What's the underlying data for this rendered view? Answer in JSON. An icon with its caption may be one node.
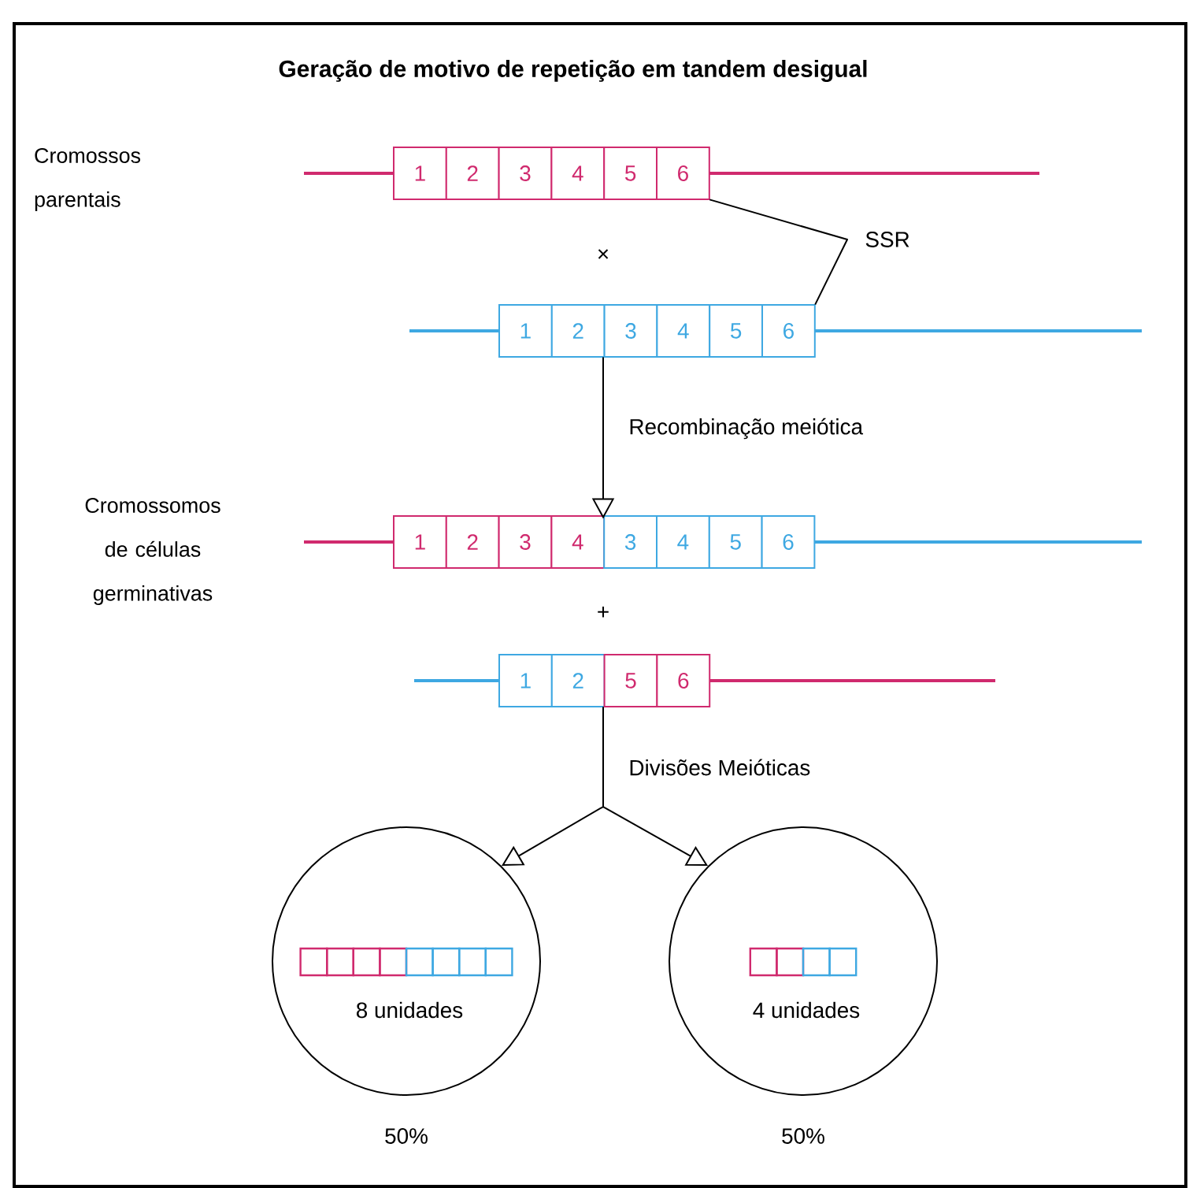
{
  "diagram": {
    "title": "Geração de motivo de repetição em tandem desigual",
    "nodes": [
      {
        "text": [
          "1",
          "2",
          "3",
          "4",
          "5",
          "6"
        ]
      },
      {
        "text": [
          "1",
          "2",
          "3",
          "4",
          "5",
          "6"
        ]
      },
      {
        "text": [
          "1",
          "2",
          "3",
          "4",
          "3",
          "4",
          "5",
          "6"
        ]
      },
      {
        "text": [
          "1",
          "2",
          "5",
          "6"
        ]
      },
      {
        "text": [
          "8 unidades"
        ],
        "beside": [
          "50%"
        ]
      },
      {
        "text": [
          "4 unidades"
        ],
        "beside": [
          "50%"
        ]
      }
    ],
    "edges": [
      {
        "from": 0,
        "to": 1,
        "arrow": "none",
        "label": "SSR"
      },
      {
        "from": 1,
        "to": 2,
        "arrow": "to",
        "label": "Recombinação meiótica"
      },
      {
        "from": 3,
        "to": 4,
        "arrow": "to",
        "label": "Divisões Meióticas"
      },
      {
        "from": 3,
        "to": 5,
        "arrow": "to"
      }
    ],
    "labels": [
      "Cromossos parentais",
      "×",
      "Cromossomos de células germinativas",
      "+"
    ]
  }
}
